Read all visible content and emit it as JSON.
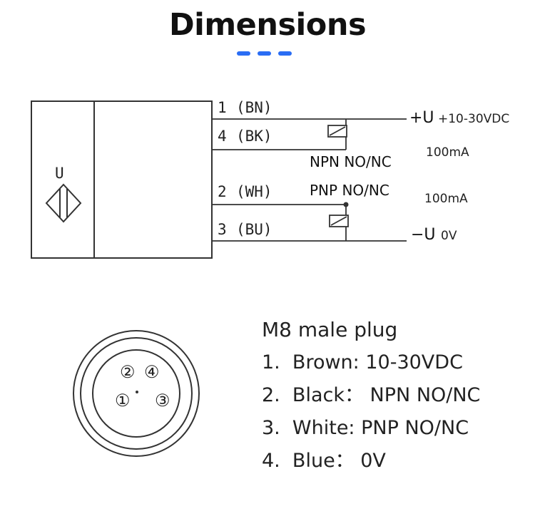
{
  "title": "Dimensions",
  "accent_color": "#2a6df4",
  "sensor": {
    "symbol_letter": "U",
    "wires": [
      {
        "number": "1",
        "color_code": "(BN)"
      },
      {
        "number": "4",
        "color_code": "(BK)"
      },
      {
        "number": "2",
        "color_code": "(WH)"
      },
      {
        "number": "3",
        "color_code": "(BU)"
      }
    ],
    "npn_label": "NPN NO/NC",
    "pnp_label": "PNP NO/NC",
    "supply_plus_symbol": "+U",
    "supply_plus_value": "+10-30VDC",
    "supply_minus_symbol": "−U",
    "supply_minus_value": "0V",
    "npn_current": "100mA",
    "pnp_current": "100mA"
  },
  "plug": {
    "pins": [
      "①",
      "②",
      "③",
      "④"
    ]
  },
  "legend": {
    "heading": "M8 male plug",
    "items": [
      "1.  Brown: 10-30VDC",
      "2.  Black： NPN NO/NC",
      "3.  White: PNP NO/NC",
      "4.  Blue： 0V"
    ]
  }
}
